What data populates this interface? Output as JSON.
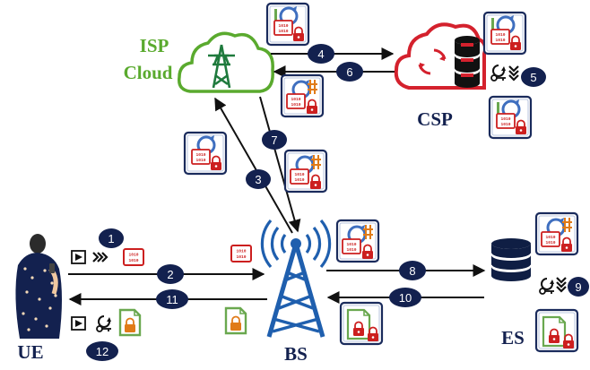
{
  "labels": {
    "isp_cloud": [
      "ISP",
      "Cloud"
    ],
    "csp": "CSP",
    "ue": "UE",
    "bs": "BS",
    "es": "ES"
  },
  "steps": [
    "1",
    "2",
    "3",
    "4",
    "5",
    "6",
    "7",
    "8",
    "9",
    "10",
    "11",
    "12"
  ],
  "packet_text": [
    "1010",
    "1010"
  ],
  "colors": {
    "arrow": "#111111",
    "step_badge": "#13214f",
    "isp_green": "#5aaa2e",
    "tower_blue": "#1f5fae",
    "csp_red": "#d4212d",
    "packet_red": "#d4212d",
    "lock_red": "#d4212d",
    "doc_green": "#6aa84f",
    "key_blue": "#3f6fbf",
    "hash_orange": "#e07b18",
    "card_border": "#1a2b5c"
  },
  "icons": [
    "isp-cloud-icon",
    "csp-cloud-database-icon",
    "cell-tower-icon",
    "edge-server-database-icon",
    "user-icon",
    "packet-icon",
    "lock-icon",
    "key-icon",
    "hash-icon",
    "double-chevron-icon",
    "video-icon",
    "document-icon"
  ]
}
